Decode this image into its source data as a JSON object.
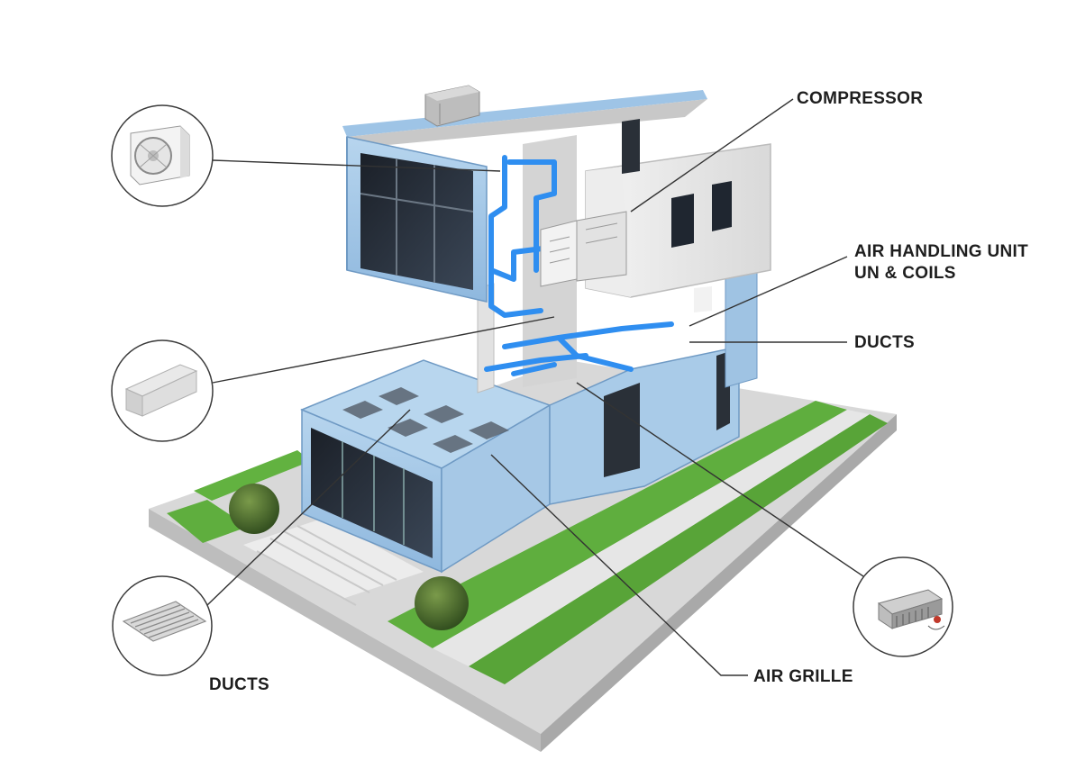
{
  "labels": {
    "compressor": "COMPRESSOR",
    "ahu_line1": "AIR HANDLING UNIT",
    "ahu_line2": "UN & COILS",
    "ducts_right": "DUCTS",
    "air_grille": "AIR GRILLE",
    "ducts_left": "DUCTS"
  },
  "icons": [
    "outdoor-ac-unit-icon",
    "duct-block-icon",
    "vent-grille-icon",
    "air-handling-coil-icon"
  ],
  "colors": {
    "glass_blue_panels": "#9cc4e4",
    "duct_blue": "#2f8ef0",
    "lawn_green": "#5fae3e",
    "concrete": "#e4e4e4",
    "window_dark": "#1f2630"
  }
}
